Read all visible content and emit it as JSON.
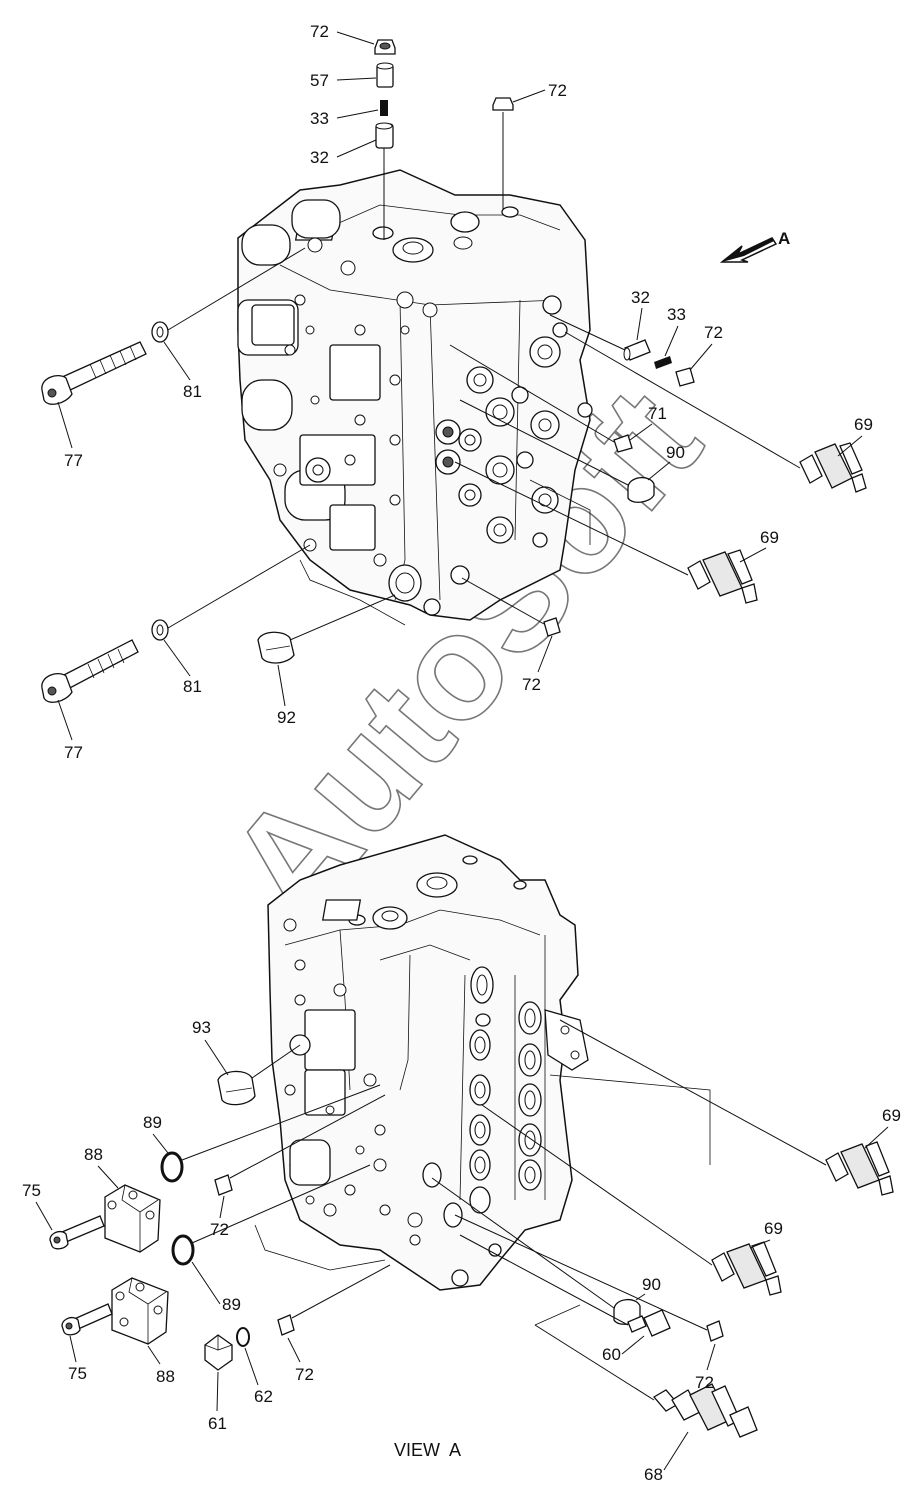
{
  "callouts": {
    "top": [
      {
        "id": "t72a",
        "text": "72"
      },
      {
        "id": "t57",
        "text": "57"
      },
      {
        "id": "t33a",
        "text": "33"
      },
      {
        "id": "t32a",
        "text": "32"
      },
      {
        "id": "t72b",
        "text": "72"
      },
      {
        "id": "tA",
        "text": "A"
      },
      {
        "id": "t32b",
        "text": "32"
      },
      {
        "id": "t33b",
        "text": "33"
      },
      {
        "id": "t72c",
        "text": "72"
      },
      {
        "id": "t81a",
        "text": "81"
      },
      {
        "id": "t77a",
        "text": "77"
      },
      {
        "id": "t71",
        "text": "71"
      },
      {
        "id": "t69a",
        "text": "69"
      },
      {
        "id": "t90a",
        "text": "90"
      },
      {
        "id": "t69b",
        "text": "69"
      },
      {
        "id": "t81b",
        "text": "81"
      },
      {
        "id": "t72d",
        "text": "72"
      },
      {
        "id": "t92",
        "text": "92"
      },
      {
        "id": "t77b",
        "text": "77"
      }
    ],
    "bottom": [
      {
        "id": "b93",
        "text": "93"
      },
      {
        "id": "b69a",
        "text": "69"
      },
      {
        "id": "b89a",
        "text": "89"
      },
      {
        "id": "b88a",
        "text": "88"
      },
      {
        "id": "b75a",
        "text": "75"
      },
      {
        "id": "b72a",
        "text": "72"
      },
      {
        "id": "b69b",
        "text": "69"
      },
      {
        "id": "b90",
        "text": "90"
      },
      {
        "id": "b89b",
        "text": "89"
      },
      {
        "id": "b75b",
        "text": "75"
      },
      {
        "id": "b88b",
        "text": "88"
      },
      {
        "id": "b62",
        "text": "62"
      },
      {
        "id": "b72b",
        "text": "72"
      },
      {
        "id": "b60",
        "text": "60"
      },
      {
        "id": "b72c",
        "text": "72"
      },
      {
        "id": "b61",
        "text": "61"
      },
      {
        "id": "b68",
        "text": "68"
      }
    ]
  },
  "view_caption": "VIEW  A",
  "watermark": "AutoSoft"
}
